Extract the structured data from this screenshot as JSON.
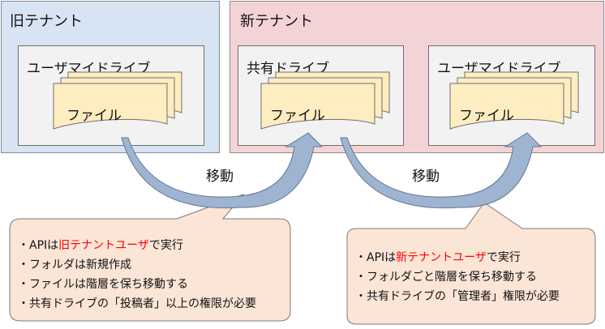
{
  "colors": {
    "old_tenant_bg": "#d6e4f3",
    "new_tenant_bg": "#f3d3d6",
    "drive_bg": "#f2f2f2",
    "file_bg": "#fdedc0",
    "callout_bg": "#fbe5d6",
    "arrow_fill": "#9fb4d1",
    "highlight_text": "#ff0000"
  },
  "old_tenant": {
    "title": "旧テナント",
    "drive": {
      "title": "ユーザマイドライブ",
      "file": "ファイル"
    }
  },
  "new_tenant": {
    "title": "新テナント",
    "shared_drive": {
      "title": "共有ドライブ",
      "file": "ファイル"
    },
    "my_drive": {
      "title": "ユーザマイドライブ",
      "file": "ファイル"
    }
  },
  "arrows": [
    {
      "label": "移動"
    },
    {
      "label": "移動"
    }
  ],
  "callout_left": {
    "line1_prefix": "・APIは",
    "line1_highlight": "旧テナントユーザ",
    "line1_suffix": "で実行",
    "line2": "・フォルダは新規作成",
    "line3": "・ファイルは階層を保ち移動する",
    "line4": "・共有ドライブの「投稿者」以上の権限が必要"
  },
  "callout_right": {
    "line1_prefix": "・APIは",
    "line1_highlight": "新テナントユーザ",
    "line1_suffix": "で実行",
    "line2": "・フォルダごと階層を保ち移動する",
    "line3": "・共有ドライブの「管理者」権限が必要"
  }
}
